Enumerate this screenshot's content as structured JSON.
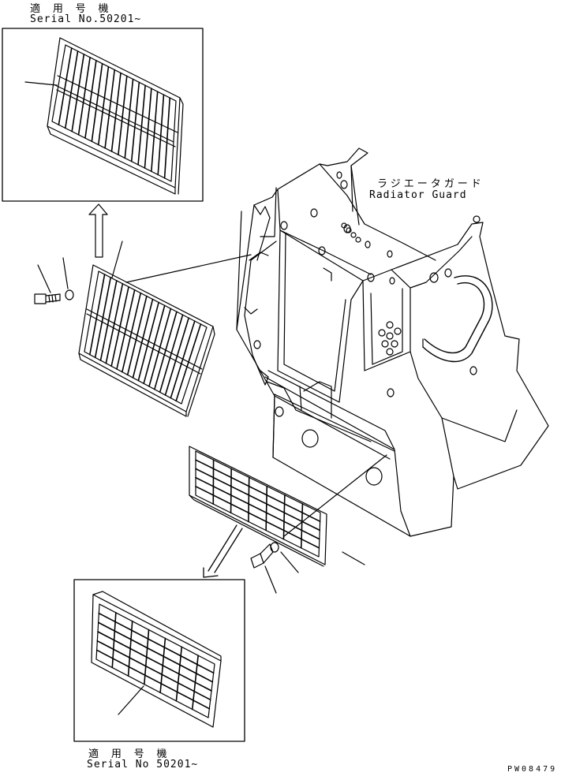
{
  "top_detail": {
    "label_jp": "適 用 号 機",
    "label_serial": "Serial No.50201~"
  },
  "bottom_detail": {
    "label_jp": "適 用 号 機",
    "label_serial": "Serial No 50201~"
  },
  "radiator_guard": {
    "label_jp": "ラジエータガード",
    "label_en": "Radiator Guard"
  },
  "drawing_code": "PW08479",
  "colors": {
    "line": "#000000",
    "background": "#ffffff"
  }
}
